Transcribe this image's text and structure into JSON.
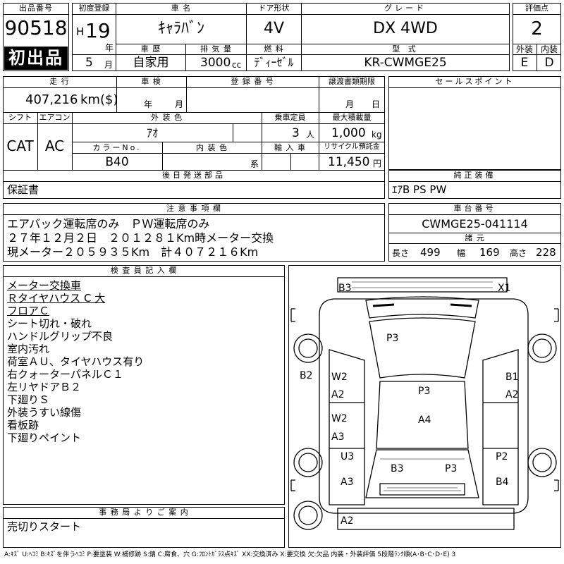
{
  "header": {
    "lot_number_label": "出品番号",
    "lot_number": "90518",
    "first_listing": "初出品",
    "first_registration_label": "初度登録",
    "era": "H",
    "year": "19",
    "year_unit": "年",
    "month": "5",
    "month_unit": "月",
    "car_name_label": "車 名",
    "car_name": "ｷｬﾗﾊﾞﾝ",
    "door_label": "ドア形状",
    "door": "4V",
    "grade_label": "グレード",
    "grade": "DX 4WD",
    "score_label": "評価点",
    "score": "2",
    "history_label": "車 歴",
    "history": "自家用",
    "displacement_label": "排 気 量",
    "displacement": "3000",
    "displacement_unit": "cc",
    "fuel_label": "燃 料",
    "fuel": "ﾃﾞｨｰｾﾞﾙ",
    "model_label": "型 式",
    "model": "KR-CWMGE25",
    "exterior_label": "外装",
    "interior_label": "内装",
    "exterior_grade": "E",
    "interior_grade": "D"
  },
  "row2": {
    "mileage_label": "走 行",
    "mileage": "407,216",
    "mileage_unit": "km($)",
    "inspection_label": "車 検",
    "inspection_year_unit": "年",
    "inspection_month_unit": "月",
    "registration_label": "登 録 番 号",
    "transfer_label": "譲渡書類期限",
    "transfer_month_unit": "月",
    "transfer_day_unit": "日",
    "sales_point_label": "セールスポイント"
  },
  "row3": {
    "shift_label": "シフト",
    "shift": "CAT",
    "ac_label": "エアコン",
    "ac": "AC",
    "ext_color_label": "外 装 色",
    "ext_color": "ｱｵ",
    "capacity_label": "乗車定員",
    "capacity": "3",
    "capacity_unit": "人",
    "max_load_label": "最大積載量",
    "max_load": "1,000",
    "max_load_unit": "kg",
    "color_no_label": "カラーNo.",
    "color_no": "B40",
    "int_color_label": "内 装 色",
    "int_color_unit": "系",
    "import_label": "輸 入 車",
    "recycle_label": "リサイクル預託金",
    "recycle": "11,450",
    "recycle_unit": "円"
  },
  "row4": {
    "later_parts_label": "後日発送部品",
    "later_parts": "保証書",
    "genuine_label": "純正装備",
    "genuine": "ｴｱB PS PW"
  },
  "notes": {
    "label": "注 意 事 項 欄",
    "lines": [
      "エアバック運転席のみ　ＰＷ運転席のみ",
      "２７年１２月２日　２０１２８１Km時メーター交換",
      "現メーター２０５９３５Km　計４０７２１６Km"
    ],
    "chassis_label": "車台番号",
    "chassis": "CWMGE25-041114",
    "specs_label": "諸 元",
    "length_label": "長さ",
    "length": "499",
    "width_label": "幅",
    "width": "169",
    "height_label": "高さ",
    "height": "228"
  },
  "inspector": {
    "label": "検 査 員 記 入 欄",
    "lines": [
      "メーター交換車",
      "Ｒタイヤハウス C 大",
      "フロアＣ",
      "シート切れ・破れ",
      "ハンドルグリップ不良",
      "室内汚れ",
      "荷室ＡＵ、タイヤハウス有り",
      "右クォーターパネルＣ１",
      "左リヤドアＢ２",
      "下廻りＳ",
      "外装うすい線傷",
      "看板跡",
      "下廻りペイント"
    ]
  },
  "office": {
    "label": "事 務 局 よ り ご 案 内",
    "text": "売切りスタート"
  },
  "diagram": {
    "marks": {
      "b3_top": "B3",
      "x1_top": "X1",
      "p3_windshield": "P3",
      "b2_left": "B2",
      "w2_left_front": "W2",
      "a2_left_front": "A2",
      "p3_roof": "P3",
      "b1_right": "B1",
      "a2_right_front": "A2",
      "w2_left_rear": "W2",
      "a3_left_rear": "A3",
      "a4_roof": "A4",
      "u3_left": "U3",
      "p2_right": "P2",
      "b3_rear": "B3",
      "p3_rear": "P3",
      "a3_left_bottom": "A3",
      "b4_right": "B4",
      "a2_bottom": "A2"
    }
  },
  "legend": "A:ｷｽﾞ U:ﾍｺﾐ B:ｷｽﾞを伴うﾍｺﾐ P:要塗装 W:補修跡 S:錆 C:腐食、穴 G:ﾌﾛﾝﾄｶﾞﾗｽ点ｷｽﾞ XX:交換済み X:要交換 欠:欠品 内装・外装評価 5段階ﾗﾝｸ順(A･B･C･D･E) 3"
}
